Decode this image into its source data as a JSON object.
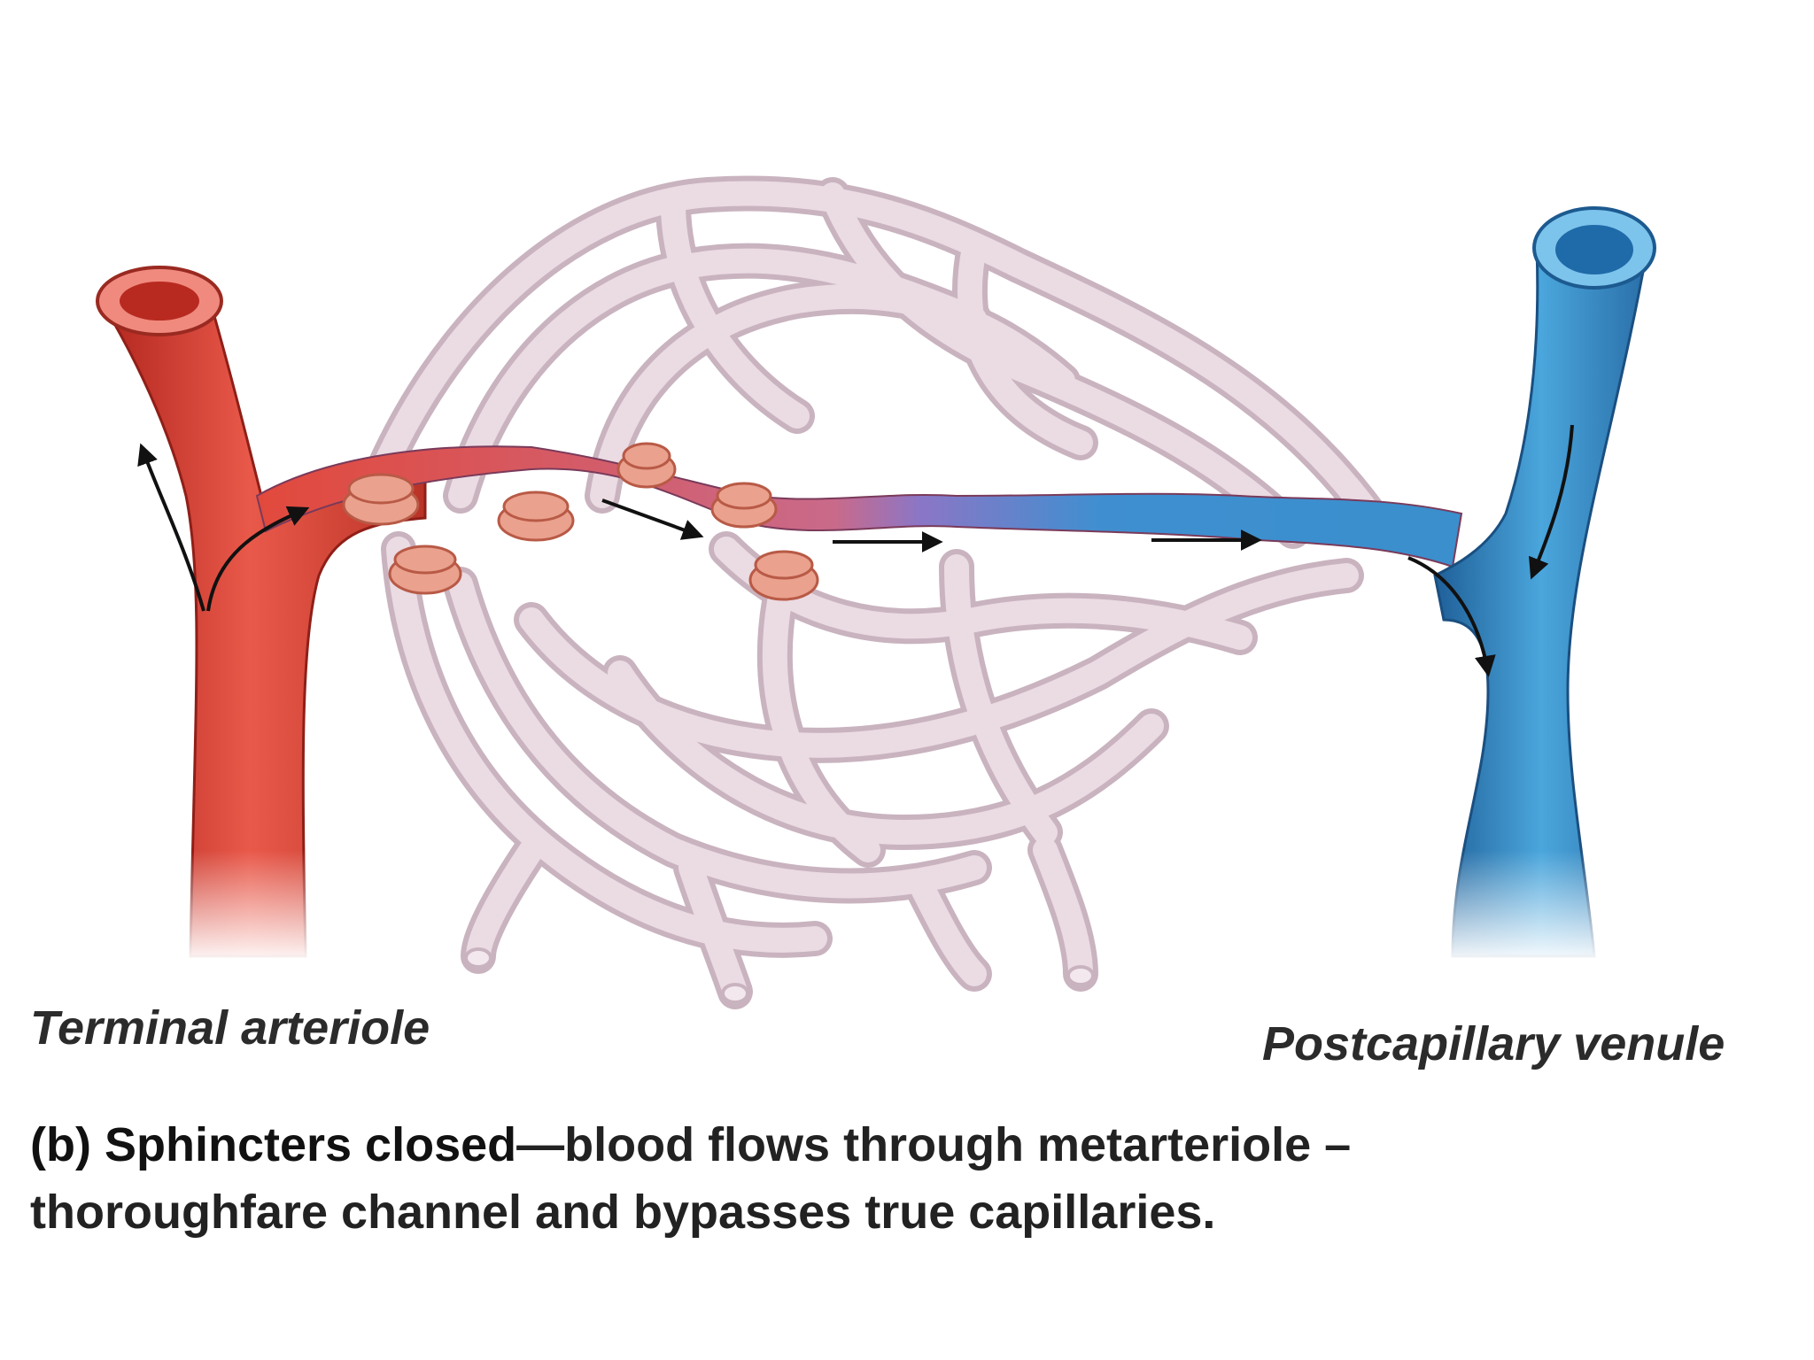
{
  "labels": {
    "arteriole": "Terminal arteriole",
    "venule": "Postcapillary venule"
  },
  "caption": {
    "prefix": "(b)",
    "bold": "Sphincters closed",
    "line1_rest": "—blood flows through metarteriole –",
    "line2": "thoroughfare channel and bypasses true capillaries."
  },
  "colors": {
    "arteriole": "#d8473a",
    "venule": "#2f86c4",
    "capillary": "#e6d3dc",
    "sphincter": "#e8a08c"
  }
}
